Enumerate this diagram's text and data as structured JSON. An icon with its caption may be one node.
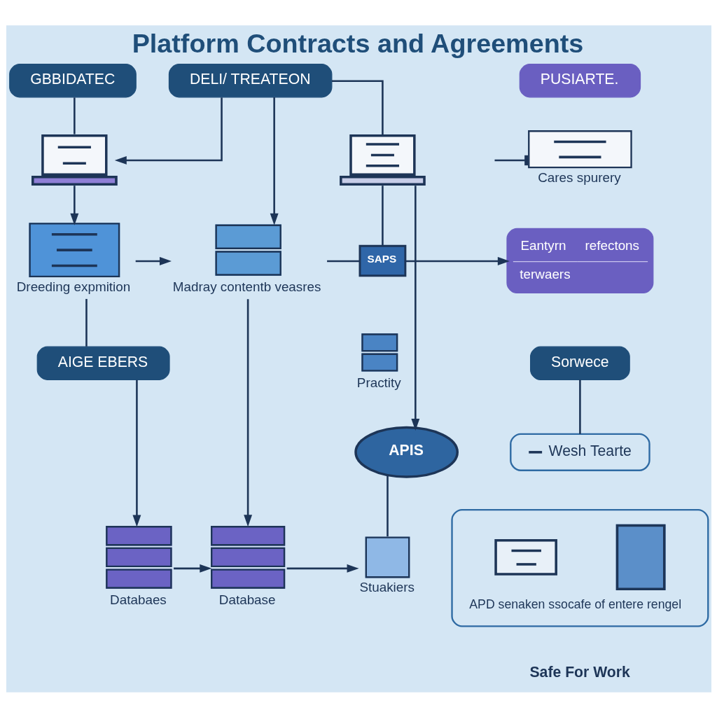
{
  "diagram": {
    "title": "Platform Contracts and Agreements",
    "nodes": [
      {
        "text": [
          "GBBIDATEC"
        ]
      },
      {
        "text": [
          "DELI/ TREATEON"
        ]
      },
      {
        "text": [
          "PUSIARTE."
        ]
      },
      {
        "text": [],
        "shape": "picture"
      },
      {
        "text": [],
        "shape": "picture"
      },
      {
        "text": [
          "Cares spurery"
        ]
      },
      {
        "text": [
          "Dreeding expmition"
        ]
      },
      {
        "text": [
          "Madray contentb veasres"
        ]
      },
      {
        "text": [
          "SAPS"
        ]
      },
      {
        "text": [
          "Eantyrn",
          "refectons",
          "terwaers"
        ]
      },
      {
        "text": [
          "Practity"
        ]
      },
      {
        "text": [
          "Sorwece"
        ]
      },
      {
        "text": [
          "AIGE EBERS"
        ]
      },
      {
        "text": [
          "Wesh Tearte"
        ]
      },
      {
        "text": [
          "APIS"
        ]
      },
      {
        "text": [
          "APD senaken ssocafe of entere rengel"
        ]
      },
      {
        "text": [
          "Databaes"
        ]
      },
      {
        "text": [
          "Database"
        ]
      },
      {
        "text": [
          "Stuakiers"
        ]
      }
    ],
    "edges": [
      {
        "from": 0,
        "to": 3,
        "arrow": "none"
      },
      {
        "from": 3,
        "to": 6,
        "arrow": "to"
      },
      {
        "from": 1,
        "to": 3,
        "arrow": "to"
      },
      {
        "from": 1,
        "to": 7,
        "arrow": "to"
      },
      {
        "from": 1,
        "to": 4,
        "arrow": "none"
      },
      {
        "from": 6,
        "to": 7,
        "arrow": "to"
      },
      {
        "from": 6,
        "to": 12,
        "arrow": "none"
      },
      {
        "from": 12,
        "to": 16,
        "arrow": "to"
      },
      {
        "from": 16,
        "to": 17,
        "arrow": "to"
      },
      {
        "from": 17,
        "to": 18,
        "arrow": "to"
      },
      {
        "from": 7,
        "to": 8,
        "arrow": "none"
      },
      {
        "from": 8,
        "to": 9,
        "arrow": "to"
      },
      {
        "from": 4,
        "to": 8,
        "arrow": "none"
      },
      {
        "from": 4,
        "to": 14,
        "arrow": "to"
      },
      {
        "from": 7,
        "to": 17,
        "arrow": "to"
      },
      {
        "from": 14,
        "to": 18,
        "arrow": "none"
      },
      {
        "from": 11,
        "to": 13,
        "arrow": "none"
      },
      {
        "from": null,
        "to": 5,
        "arrow": "other"
      }
    ],
    "labels": [
      "Safe For Work"
    ]
  }
}
